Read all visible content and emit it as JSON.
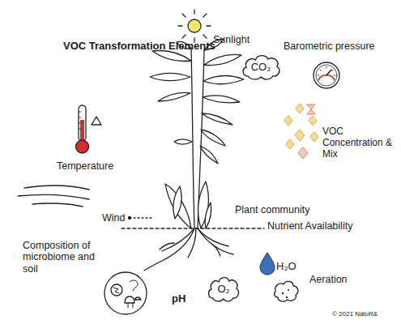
{
  "diagram": {
    "title": "VOC Transformation Elements",
    "nodes": [
      {
        "text": [
          "CO₂"
        ]
      },
      {
        "text": [
          "O₂"
        ]
      }
    ],
    "labels": [
      "Sunlight",
      "Barometric pressure",
      "VOC Concentration & Mix",
      "Temperature",
      "Wind",
      "Plant community",
      "Nutrient Availability",
      "H₂O",
      "Composition of microbiome and soil",
      "Aeration",
      "pH",
      "© 2021 NatuR&"
    ]
  }
}
